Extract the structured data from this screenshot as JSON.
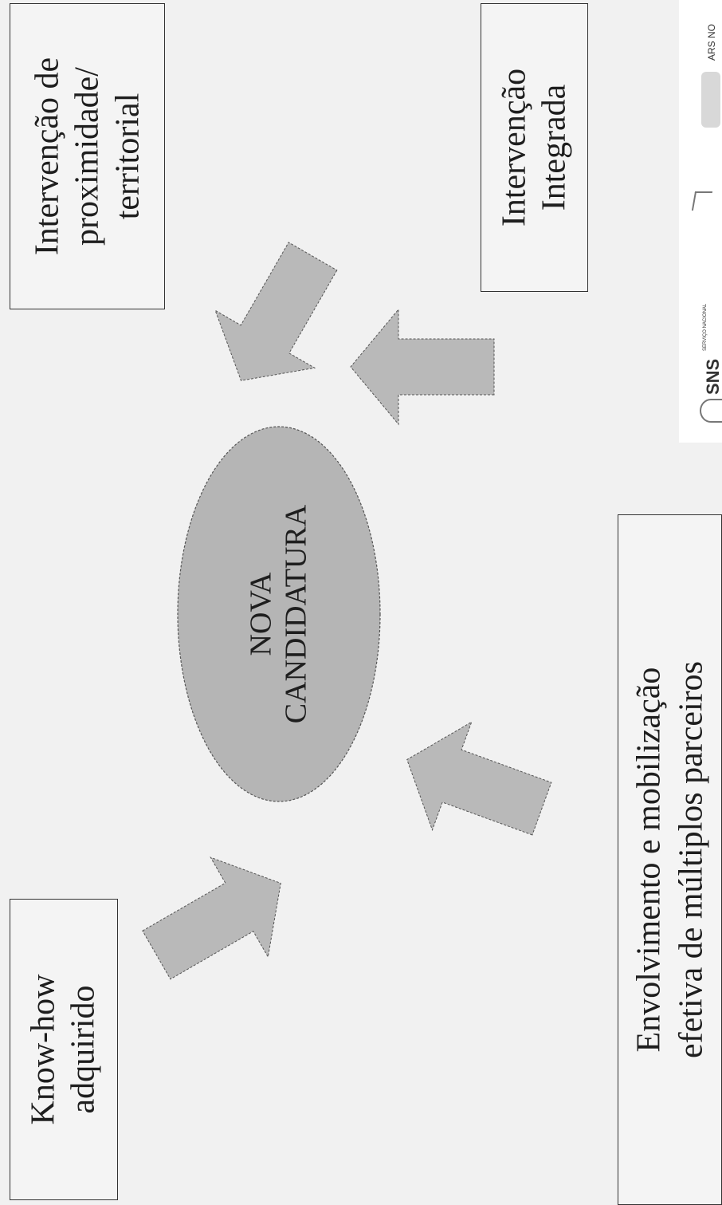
{
  "center": {
    "lines": [
      "NOVA",
      "CANDIDATURA"
    ]
  },
  "boxes": {
    "top_left": {
      "lines": [
        "Intervenção de",
        "proximidade/",
        "territorial"
      ]
    },
    "top_right": {
      "lines": [
        "Intervenção",
        "Integrada"
      ]
    },
    "bottom_left": {
      "lines": [
        "Know-how",
        "adquirido"
      ]
    },
    "bottom_right": {
      "lines": [
        "Envolvimento e mobilização",
        "efetiva de múltiplos parceiros"
      ]
    }
  },
  "logos": {
    "sns": "SNS",
    "sns_sub": "SERVIÇO NACIONAL",
    "ars": "ARS NO"
  },
  "colors": {
    "arrow_fill": "#b9b9b9",
    "ellipse_fill": "#b5b5b5",
    "background": "#f1f1f1"
  }
}
